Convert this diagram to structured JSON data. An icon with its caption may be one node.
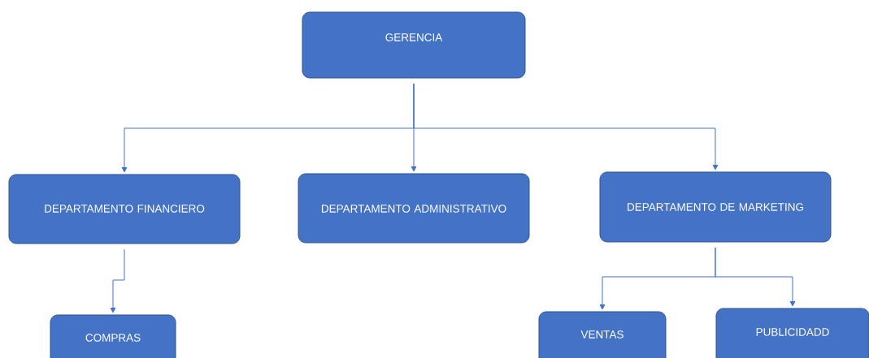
{
  "diagram": {
    "nodes": [
      {
        "text": [
          "GERENCIA"
        ]
      },
      {
        "text": [
          "DEPARTAMENTO FINANCIERO"
        ]
      },
      {
        "text": [
          "DEPARTAMENTO ADMINISTRATIVO"
        ]
      },
      {
        "text": [
          "DEPARTAMENTO DE MARKETING"
        ]
      },
      {
        "text": [
          "COMPRAS"
        ]
      },
      {
        "text": [
          "VENTAS"
        ]
      },
      {
        "text": [
          "PUBLICIDADD"
        ]
      }
    ],
    "edges": [
      {
        "from": 0,
        "to": 1,
        "arrow": "to"
      },
      {
        "from": 0,
        "to": 2,
        "arrow": "to"
      },
      {
        "from": 0,
        "to": 3,
        "arrow": "to"
      },
      {
        "from": 1,
        "to": 4,
        "arrow": "to"
      },
      {
        "from": 3,
        "to": 5,
        "arrow": "to"
      },
      {
        "from": 3,
        "to": 6,
        "arrow": "to"
      }
    ]
  }
}
